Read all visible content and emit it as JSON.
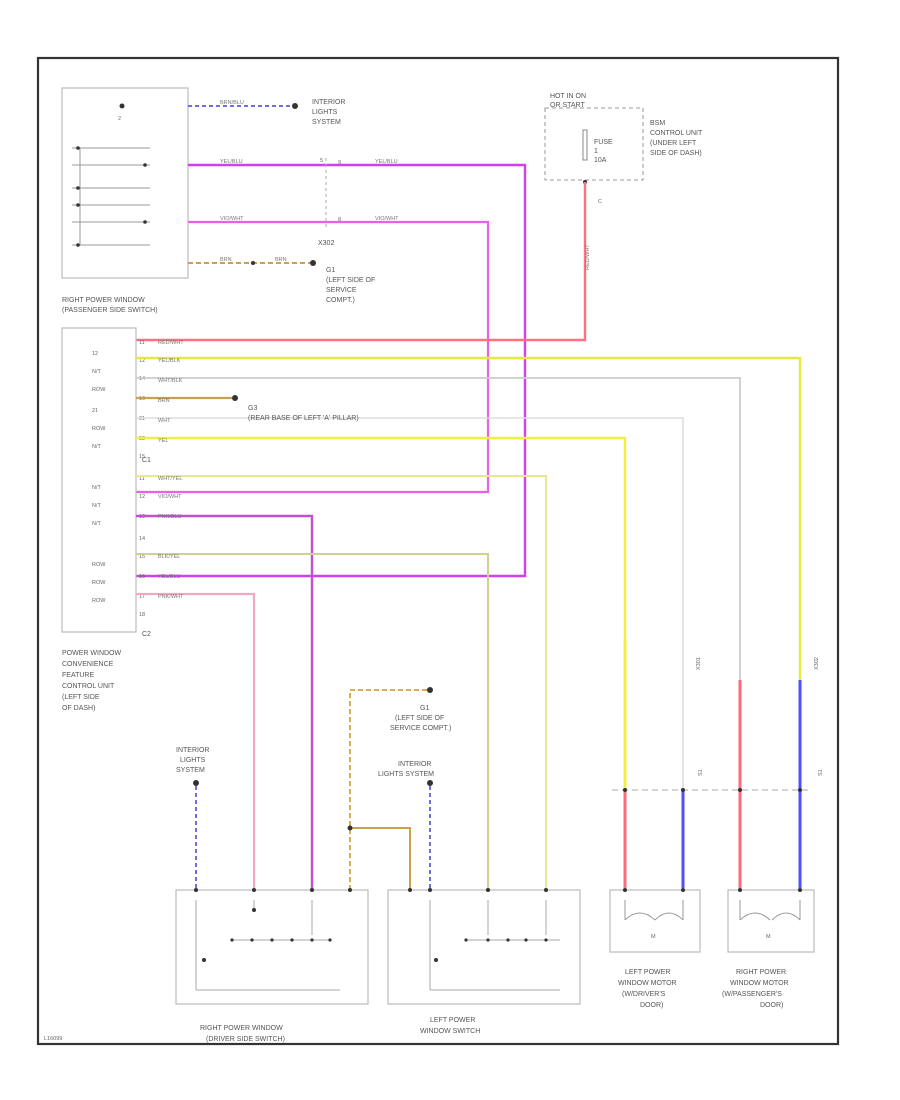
{
  "colors": {
    "frame": "#333333",
    "pink": "#f4a7c4",
    "magenta": "#e040e8",
    "purple": "#c060e0",
    "blue": "#5050ff",
    "red": "#ff6a7a",
    "yellow": "#f0f040",
    "pale_yellow": "#e8e890",
    "grey": "#c8c8c8",
    "brown": "#d0a060",
    "olive": "#c8c890"
  },
  "labels": {
    "interior_lights_top": [
      "INTERIOR",
      "LIGHTS",
      "SYSTEM"
    ],
    "hot_in_on": [
      "HOT IN ON",
      "OR START"
    ],
    "fuse": [
      "FUSE",
      "1",
      "10A"
    ],
    "bsm": [
      "BSM",
      "CONTROL UNIT",
      "(UNDER LEFT",
      "SIDE OF DASH)"
    ],
    "connector_c": "C",
    "x302": "X302",
    "g1": [
      "G1",
      "(LEFT SIDE OF",
      "SERVICE",
      "COMPT.)"
    ],
    "rpw_pass_switch": [
      "RIGHT POWER WINDOW",
      "(PASSENGER SIDE SWITCH)"
    ],
    "g3": [
      "G3",
      "(REAR BASE OF LEFT 'A' PILLAR)"
    ],
    "conn_c1": "C1",
    "conn_c2": "C2",
    "pw_control_unit": [
      "POWER WINDOW",
      "CONVENIENCE",
      "FEATURE",
      "CONTROL UNIT",
      "(LEFT SIDE",
      "OF DASH)"
    ],
    "g1_lower": [
      "G1",
      "(LEFT SIDE OF",
      "SERVICE COMPT.)"
    ],
    "interior_lights_left": [
      "INTERIOR",
      "LIGHTS",
      "SYSTEM"
    ],
    "interior_lights_mid": [
      "INTERIOR",
      "LIGHTS SYSTEM"
    ],
    "rpw_driver_switch": [
      "RIGHT POWER WINDOW",
      "(DRIVER SIDE SWITCH)"
    ],
    "lpw_switch": [
      "LEFT POWER",
      "WINDOW SWITCH"
    ],
    "lpw_motor": [
      "LEFT POWER",
      "WINDOW MOTOR",
      "(W/DRIVER'S",
      "DOOR)"
    ],
    "rpw_motor": [
      "RIGHT POWER",
      "WINDOW MOTOR",
      "(W/PASSENGER'S",
      "DOOR)"
    ],
    "x301": "X301",
    "x302b": "X302",
    "s1a": "S1",
    "s1b": "S1",
    "footer_code": "L16099"
  },
  "wire_labels": {
    "top1": "BRN/BLU",
    "top2": "YEL/BLU",
    "top2b": "YEL/BLU",
    "top3": "VIO/WHT",
    "top3b": "VIO/WHT",
    "top4": "BRN",
    "top4b": "BRN",
    "c1_1": "RED/WHT",
    "c1_2": "YEL/BLK",
    "c1_3": "WHT/BLK",
    "c1_4": "BRN",
    "c1_5": "WHT",
    "c1_6": "YEL",
    "c2_1": "WHT/YEL",
    "c2_2": "VIO/WHT",
    "c2_3": "PNK/BLU",
    "c2_4": "BLK/YEL",
    "c2_5": "YEL/BLU",
    "c2_6": "PNK/WHT",
    "fuse_out": "RED/WHT"
  },
  "pins": {
    "c1": [
      "11",
      "12",
      "14",
      "16",
      "21",
      "22",
      "15"
    ],
    "c2": [
      "11",
      "12",
      "13",
      "14",
      "15",
      "16",
      "17",
      "18"
    ],
    "side_c1": [
      "12",
      "N/T",
      "ROW",
      "21",
      "ROW",
      "N/T"
    ],
    "side_c2": [
      "N/T",
      "N/T",
      "N/T",
      "ROW",
      "ROW",
      "ROW"
    ]
  }
}
